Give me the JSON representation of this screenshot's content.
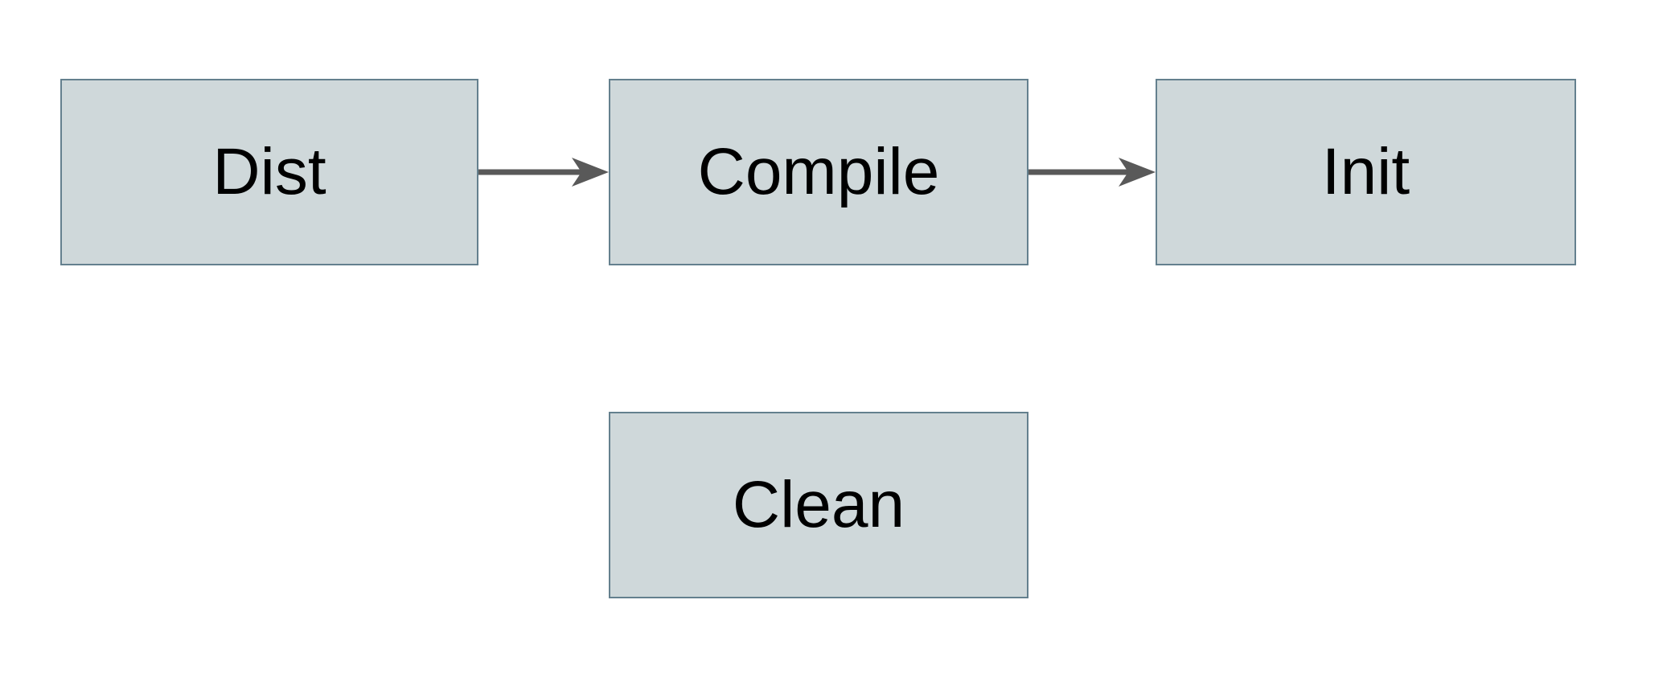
{
  "diagram": {
    "type": "flowchart",
    "background_color": "#ffffff",
    "node_fill_color": "#cfd8da",
    "node_border_color": "#64808e",
    "arrow_color": "#595959",
    "text_color": "#000000",
    "nodes": [
      {
        "id": "dist",
        "label": "Dist"
      },
      {
        "id": "compile",
        "label": "Compile"
      },
      {
        "id": "init",
        "label": "Init"
      },
      {
        "id": "clean",
        "label": "Clean"
      }
    ],
    "edges": [
      {
        "from": "Dist",
        "to": "Compile"
      },
      {
        "from": "Compile",
        "to": "Init"
      }
    ]
  }
}
